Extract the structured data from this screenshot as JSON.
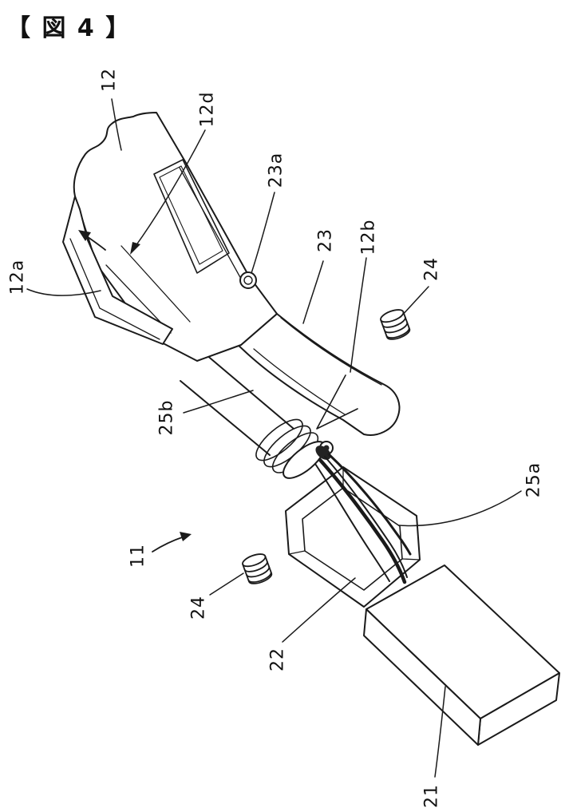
{
  "figure": {
    "title": "【 図 4 】"
  },
  "colors": {
    "line": "#1a1a1a",
    "background": "#ffffff"
  },
  "labels": [
    {
      "text": "12"
    },
    {
      "text": "12d"
    },
    {
      "text": "12a"
    },
    {
      "text": "23a"
    },
    {
      "text": "23"
    },
    {
      "text": "12b"
    },
    {
      "text": "24"
    },
    {
      "text": "25b"
    },
    {
      "text": "25a"
    },
    {
      "text": "11"
    },
    {
      "text": "24"
    },
    {
      "text": "22"
    },
    {
      "text": "21"
    }
  ]
}
